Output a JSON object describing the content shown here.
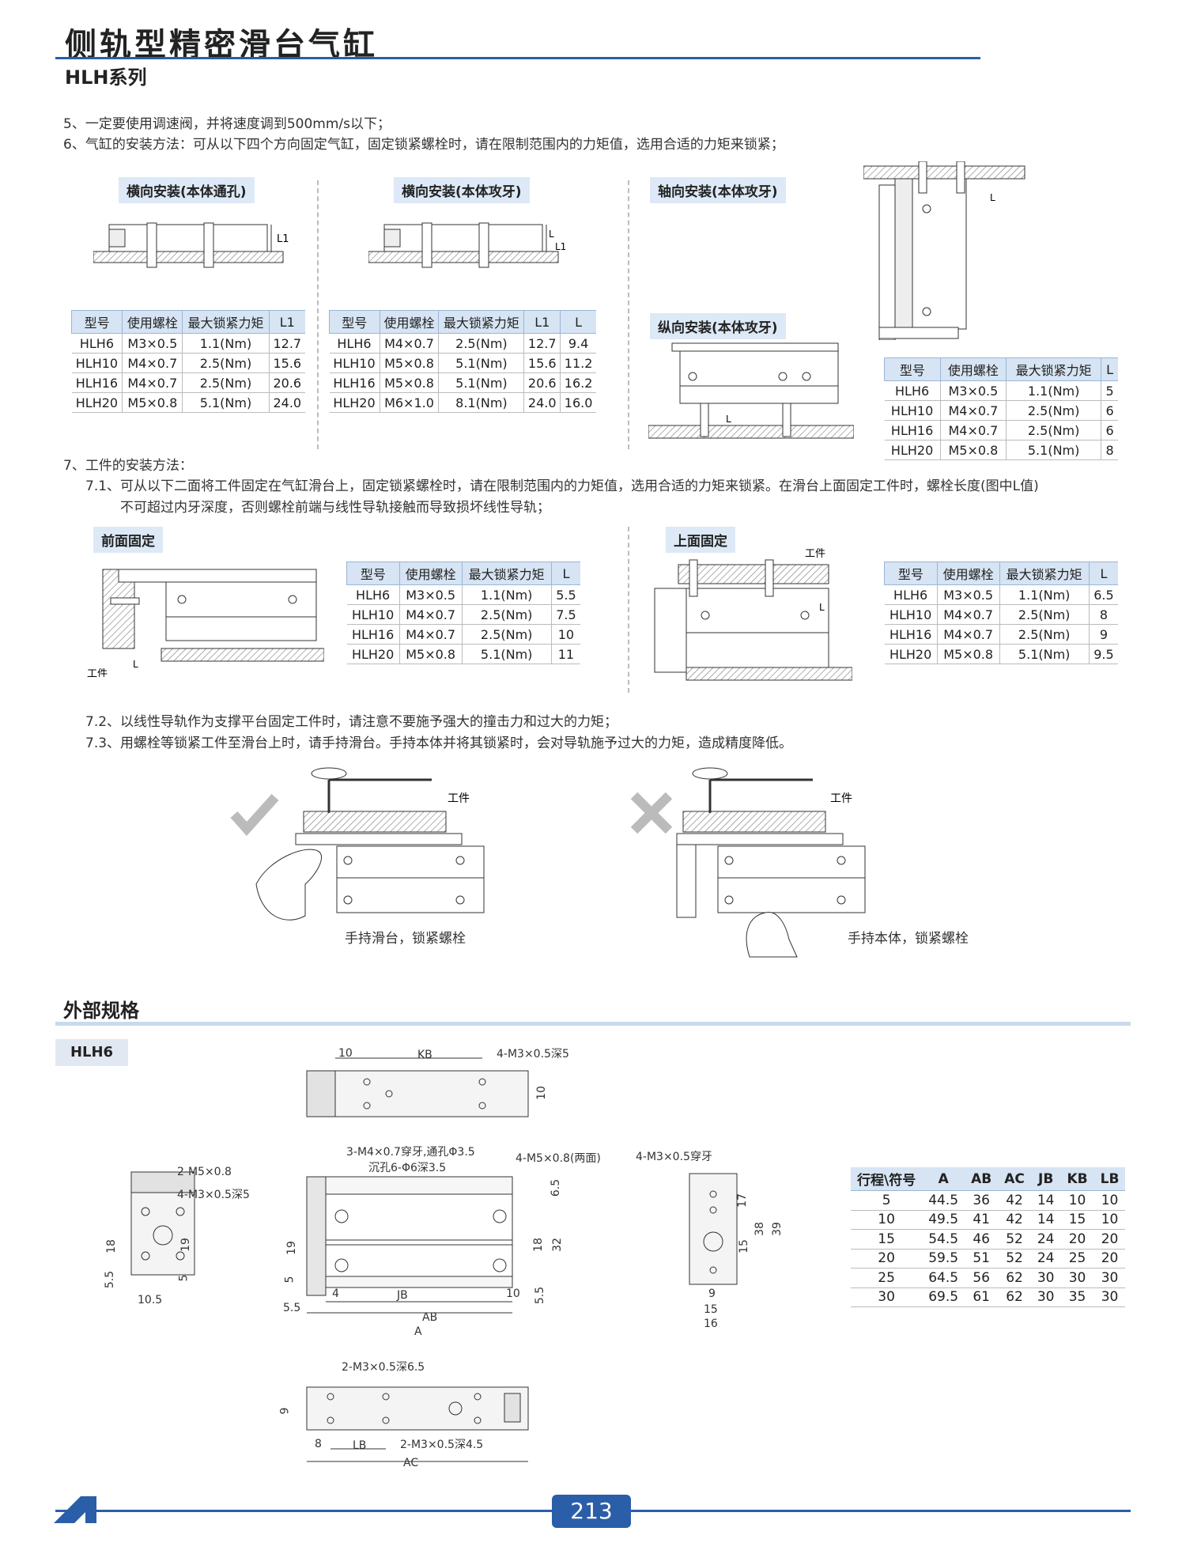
{
  "header": {
    "title": "侧轨型精密滑台气缸",
    "series": "HLH系列"
  },
  "notes": {
    "n5": "5、一定要使用调速阀，并将速度调到500mm/s以下；",
    "n6": "6、气缸的安装方法：可从以下四个方向固定气缸，固定锁紧螺栓时，请在限制范围内的力矩值，选用合适的力矩来锁紧；",
    "n7": "7、工件的安装方法：",
    "n71a": "7.1、可从以下二面将工件固定在气缸滑台上，固定锁紧螺栓时，请在限制范围内的力矩值，选用合适的力矩来锁紧。在滑台上面固定工件时，螺栓长度(图中L值)",
    "n71b": "不可超过内牙深度，否则螺栓前端与线性导轨接触而导致损坏线性导轨；",
    "n72": "7.2、以线性导轨作为支撑平台固定工件时，请注意不要施予强大的撞击力和过大的力矩；",
    "n73": "7.3、用螺栓等锁紧工件至滑台上时，请手持滑台。手持本体并将其锁紧时，会对导轨施予过大的力矩，造成精度降低。"
  },
  "mount": {
    "lateral_through": {
      "label": "横向安装(本体通孔)",
      "headers": [
        "型号",
        "使用螺栓",
        "最大锁紧力矩",
        "L1"
      ],
      "rows": [
        [
          "HLH6",
          "M3×0.5",
          "1.1(Nm)",
          "12.7"
        ],
        [
          "HLH10",
          "M4×0.7",
          "2.5(Nm)",
          "15.6"
        ],
        [
          "HLH16",
          "M4×0.7",
          "2.5(Nm)",
          "20.6"
        ],
        [
          "HLH20",
          "M5×0.8",
          "5.1(Nm)",
          "24.0"
        ]
      ]
    },
    "lateral_tapped": {
      "label": "横向安装(本体攻牙)",
      "headers": [
        "型号",
        "使用螺栓",
        "最大锁紧力矩",
        "L1",
        "L"
      ],
      "rows": [
        [
          "HLH6",
          "M4×0.7",
          "2.5(Nm)",
          "12.7",
          "9.4"
        ],
        [
          "HLH10",
          "M5×0.8",
          "5.1(Nm)",
          "15.6",
          "11.2"
        ],
        [
          "HLH16",
          "M5×0.8",
          "5.1(Nm)",
          "20.6",
          "16.2"
        ],
        [
          "HLH20",
          "M6×1.0",
          "8.1(Nm)",
          "24.0",
          "16.0"
        ]
      ]
    },
    "axial_tapped": {
      "label": "轴向安装(本体攻牙)"
    },
    "longitudinal_tapped": {
      "label": "纵向安装(本体攻牙)"
    },
    "axial_table": {
      "headers": [
        "型号",
        "使用螺栓",
        "最大锁紧力矩",
        "L"
      ],
      "rows": [
        [
          "HLH6",
          "M3×0.5",
          "1.1(Nm)",
          "5"
        ],
        [
          "HLH10",
          "M4×0.7",
          "2.5(Nm)",
          "6"
        ],
        [
          "HLH16",
          "M4×0.7",
          "2.5(Nm)",
          "6"
        ],
        [
          "HLH20",
          "M5×0.8",
          "5.1(Nm)",
          "8"
        ]
      ]
    },
    "front_fix": {
      "label": "前面固定",
      "headers": [
        "型号",
        "使用螺栓",
        "最大锁紧力矩",
        "L"
      ],
      "rows": [
        [
          "HLH6",
          "M3×0.5",
          "1.1(Nm)",
          "5.5"
        ],
        [
          "HLH10",
          "M4×0.7",
          "2.5(Nm)",
          "7.5"
        ],
        [
          "HLH16",
          "M4×0.7",
          "2.5(Nm)",
          "10"
        ],
        [
          "HLH20",
          "M5×0.8",
          "5.1(Nm)",
          "11"
        ]
      ]
    },
    "top_fix": {
      "label": "上面固定",
      "headers": [
        "型号",
        "使用螺栓",
        "最大锁紧力矩",
        "L"
      ],
      "rows": [
        [
          "HLH6",
          "M3×0.5",
          "1.1(Nm)",
          "6.5"
        ],
        [
          "HLH10",
          "M4×0.7",
          "2.5(Nm)",
          "8"
        ],
        [
          "HLH16",
          "M4×0.7",
          "2.5(Nm)",
          "9"
        ],
        [
          "HLH20",
          "M5×0.8",
          "5.1(Nm)",
          "9.5"
        ]
      ]
    }
  },
  "labels": {
    "L1": "L1",
    "L": "L",
    "workpiece": "工件",
    "good_caption": "手持滑台，锁紧螺栓",
    "bad_caption": "手持本体，锁紧螺栓"
  },
  "external": {
    "title": "外部规格",
    "model": "HLH6",
    "dims": {
      "d10a": "10",
      "kb": "KB",
      "m3_5": "4-M3×0.5深5",
      "d10b": "10",
      "m5": "2-M5×0.8",
      "m3_5b": "4-M3×0.5深5",
      "d18": "18",
      "d19": "19",
      "d55": "5.5",
      "d5": "5",
      "d105": "10.5",
      "m4": "3-M4×0.7穿牙,通孔Φ3.5",
      "cb": "沉孔6-Φ6深3.5",
      "m5b": "4-M5×0.8(两面)",
      "d65": "6.5",
      "d18b": "18",
      "d32": "32",
      "d55b": "5.5",
      "d19b": "19",
      "d5b": "5",
      "d55c": "5.5",
      "d4": "4",
      "jb": "JB",
      "d10c": "10",
      "ab": "AB",
      "a": "A",
      "m3t": "4-M3×0.5穿牙",
      "d17": "17",
      "d38": "38",
      "d39": "39",
      "d15": "15",
      "d9": "9",
      "d15b": "15",
      "d16": "16",
      "m3_65": "2-M3×0.5深6.5",
      "d9b": "9",
      "d8": "8",
      "lb": "LB",
      "m3_45": "2-M3×0.5深4.5",
      "ac": "AC"
    },
    "stroke_table": {
      "headers": [
        "行程\\符号",
        "A",
        "AB",
        "AC",
        "JB",
        "KB",
        "LB"
      ],
      "rows": [
        [
          "5",
          "44.5",
          "36",
          "42",
          "14",
          "10",
          "10"
        ],
        [
          "10",
          "49.5",
          "41",
          "42",
          "14",
          "15",
          "10"
        ],
        [
          "15",
          "54.5",
          "46",
          "52",
          "24",
          "20",
          "20"
        ],
        [
          "20",
          "59.5",
          "51",
          "52",
          "24",
          "25",
          "20"
        ],
        [
          "25",
          "64.5",
          "56",
          "62",
          "30",
          "30",
          "30"
        ],
        [
          "30",
          "69.5",
          "61",
          "62",
          "30",
          "35",
          "30"
        ]
      ]
    }
  },
  "footer": {
    "page": "213"
  },
  "colors": {
    "accent": "#2a5ea8",
    "table_header": "#d6e4f3",
    "tag_bg": "#dde9f6"
  }
}
